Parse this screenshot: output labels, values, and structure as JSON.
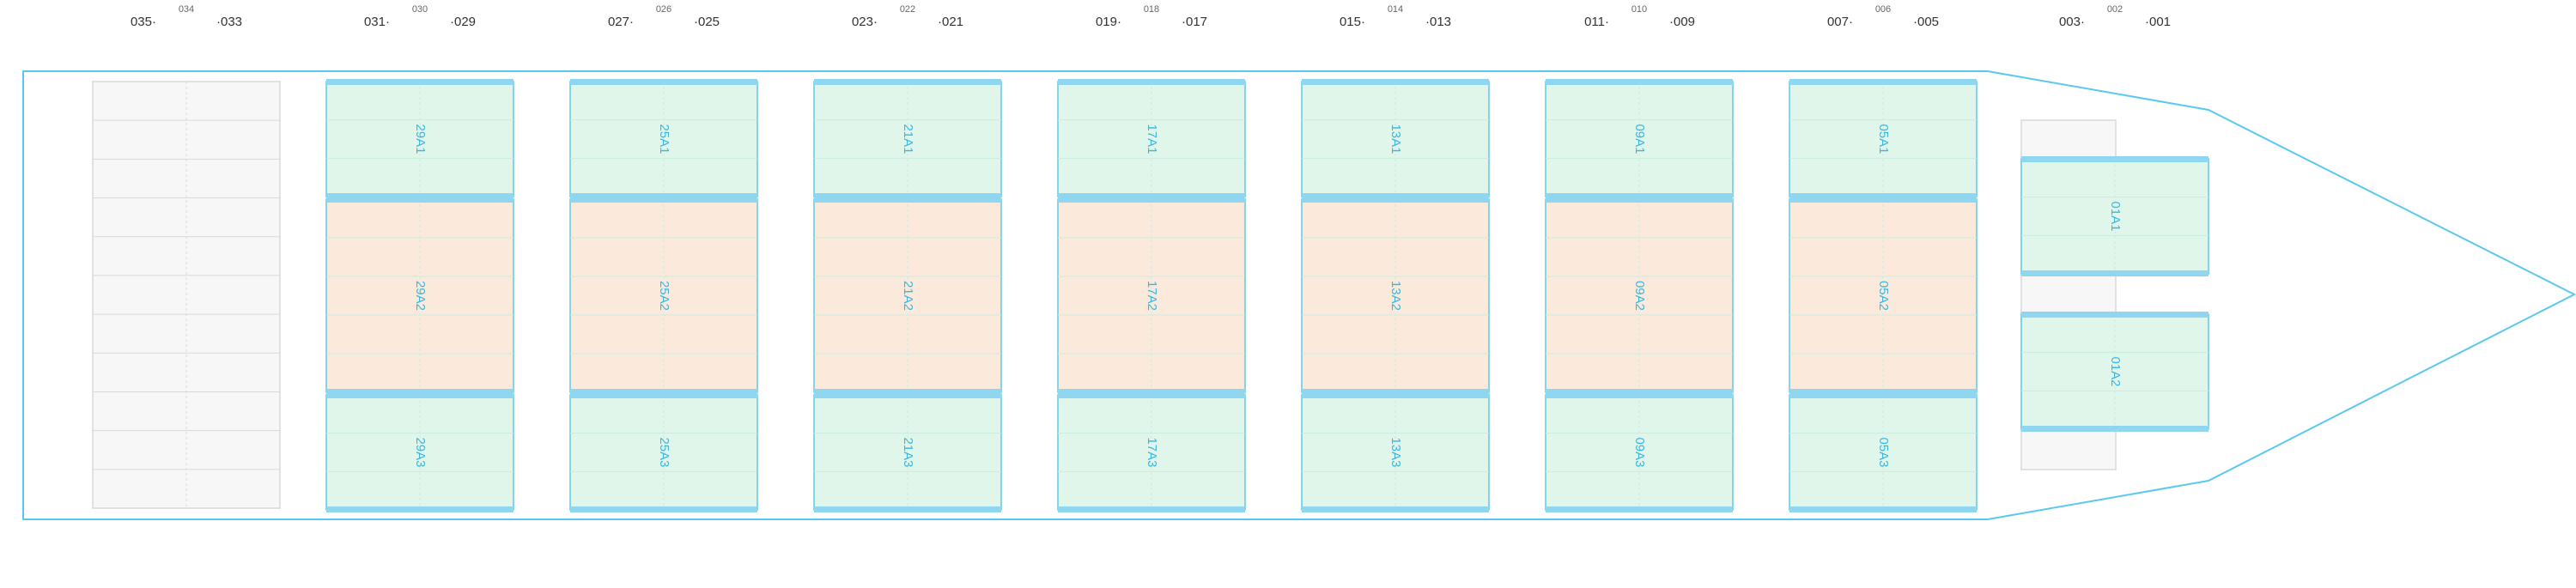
{
  "colors": {
    "outline": "#5bc8ef",
    "hatch_band": "#8fd6f0",
    "hatch_fill_green": "#e1f6ea",
    "hatch_fill_peach": "#fbeadb",
    "hatch_label": "#39b6e3",
    "empty_fill": "#f7f7f7",
    "empty_border": "#d9d9d9",
    "bay_text": "#333333",
    "bay_sub_text": "#666666"
  },
  "bays": [
    {
      "left_label": "035",
      "center_label": "034",
      "right_label": "033",
      "hatches": []
    },
    {
      "left_label": "031",
      "center_label": "030",
      "right_label": "029",
      "hatches": [
        "29A1",
        "29A2",
        "29A3"
      ]
    },
    {
      "left_label": "027",
      "center_label": "026",
      "right_label": "025",
      "hatches": [
        "25A1",
        "25A2",
        "25A3"
      ]
    },
    {
      "left_label": "023",
      "center_label": "022",
      "right_label": "021",
      "hatches": [
        "21A1",
        "21A2",
        "21A3"
      ]
    },
    {
      "left_label": "019",
      "center_label": "018",
      "right_label": "017",
      "hatches": [
        "17A1",
        "17A2",
        "17A3"
      ]
    },
    {
      "left_label": "015",
      "center_label": "014",
      "right_label": "013",
      "hatches": [
        "13A1",
        "13A2",
        "13A3"
      ]
    },
    {
      "left_label": "011",
      "center_label": "010",
      "right_label": "009",
      "hatches": [
        "09A1",
        "09A2",
        "09A3"
      ]
    },
    {
      "left_label": "007",
      "center_label": "006",
      "right_label": "005",
      "hatches": [
        "05A1",
        "05A2",
        "05A3"
      ]
    },
    {
      "left_label": "003",
      "center_label": "002",
      "right_label": "001",
      "hatches": [
        "01A1",
        "01A2"
      ]
    }
  ]
}
